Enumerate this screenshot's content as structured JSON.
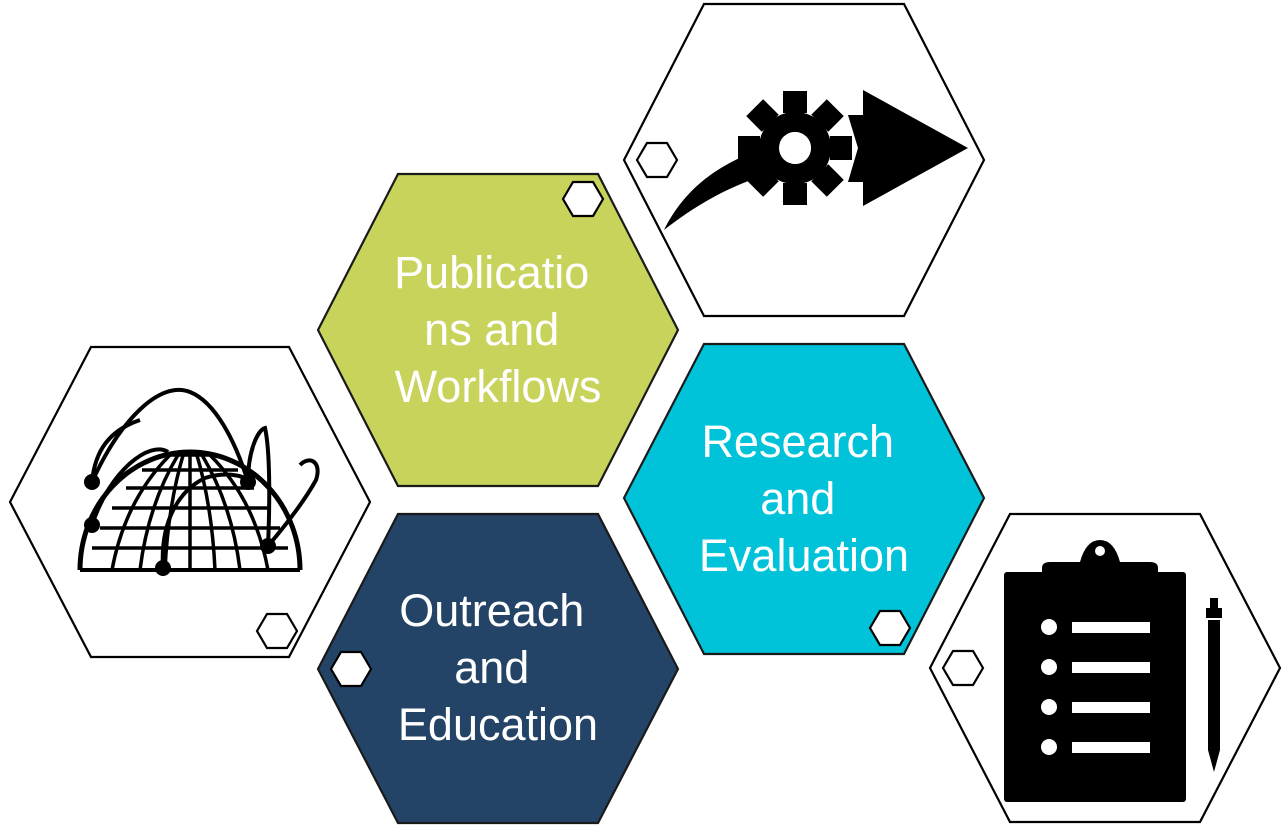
{
  "hexagons": [
    {
      "id": "publications",
      "label_lines": [
        "Publicatio",
        "ns and",
        "Workflows"
      ],
      "color": "#c8d35c"
    },
    {
      "id": "research",
      "label_lines": [
        "Research",
        "and",
        "Evaluation"
      ],
      "color": "#00c2d8"
    },
    {
      "id": "outreach",
      "label_lines": [
        "Outreach",
        "and",
        "Education"
      ],
      "color": "#234466"
    }
  ],
  "icons": [
    "globe-network-icon",
    "gear-arrow-icon",
    "clipboard-checklist-icon"
  ]
}
